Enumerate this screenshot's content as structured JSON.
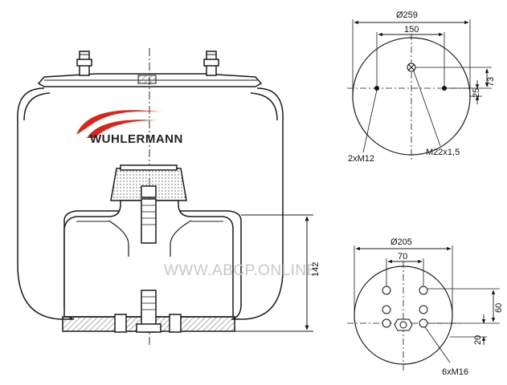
{
  "brand": {
    "name": "WUHLERMANN",
    "text_color": "#222222",
    "swoosh_color": "#d9261c"
  },
  "watermark": {
    "text": "WWW.ABCP.ONLINE",
    "color": "#c8c8c8"
  },
  "side_view": {
    "height_label": "142"
  },
  "top_plate": {
    "diameter_label": "Ø259",
    "bolt_spacing_label": "150",
    "offset_a_label": "73",
    "offset_b_label": "25",
    "bolt_callout": "2xM12",
    "air_inlet_callout": "M22x1,5"
  },
  "bottom_plate": {
    "diameter_label": "Ø205",
    "spacing_label": "70",
    "offset_a_label": "60",
    "offset_b_label": "20",
    "bolt_callout": "6xM16"
  },
  "colors": {
    "line": "#1a1a1a",
    "hatch": "#9a9a9a",
    "bellows_fill": "#ffffff"
  }
}
